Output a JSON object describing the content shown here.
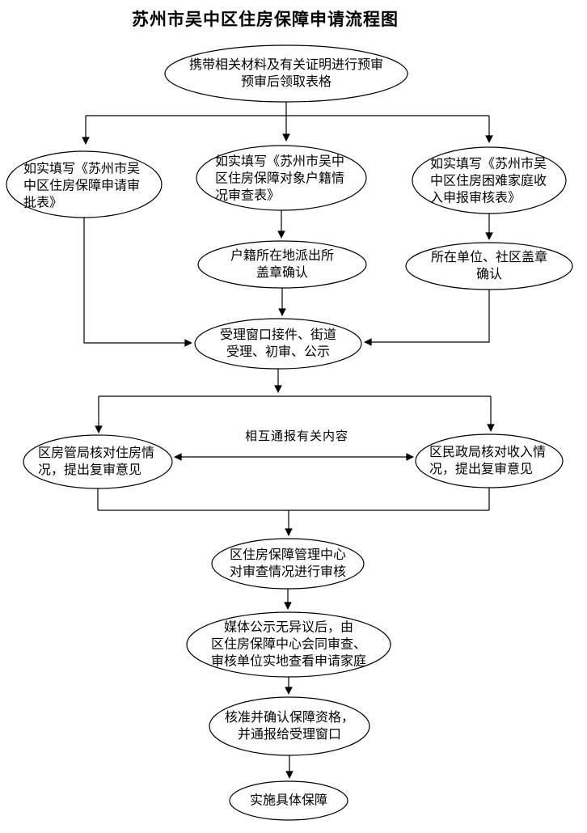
{
  "title": "苏州市吴中区住房保障申请流程图",
  "colors": {
    "background": "#ffffff",
    "line": "#000000",
    "text": "#000000"
  },
  "labels": {
    "mutual_report": "相互通报有关内容"
  },
  "nodes": {
    "pre_review": {
      "text": "携带相关材料及有关证明进行预审\n预审后领取表格"
    },
    "form_approval": {
      "text": "如实填写《苏州市吴\n中区住房保障申请审\n批表》"
    },
    "household_form": {
      "text": "如实填写《苏州市吴中\n区住房保障对象户籍情\n况审查表》"
    },
    "income_form": {
      "text": "如实填写《苏州市吴\n中区住房困难家庭收\n入申报审核表》"
    },
    "police_stamp": {
      "text": "户籍所在地派出所\n盖章确认"
    },
    "unit_stamp": {
      "text": "所在单位、社区盖章\n确认"
    },
    "window_accept": {
      "text": "受理窗口接件、街道\n受理、初审、公示"
    },
    "housing_bureau": {
      "text": "区房管局核对住房情\n况，提出复审意见"
    },
    "civil_affairs": {
      "text": "区民政局核对收入情\n况，提出复审意见"
    },
    "mgmt_center": {
      "text": "区住房保障管理中心\n对审查情况进行审核"
    },
    "media_check": {
      "text": "媒体公示无异议后，由\n区住房保障中心会同审查、\n审核单位实地查看申请家庭"
    },
    "approve": {
      "text": "核准并确认保障资格，\n并通报给受理窗口"
    },
    "implement": {
      "text": "实施具体保障"
    }
  }
}
